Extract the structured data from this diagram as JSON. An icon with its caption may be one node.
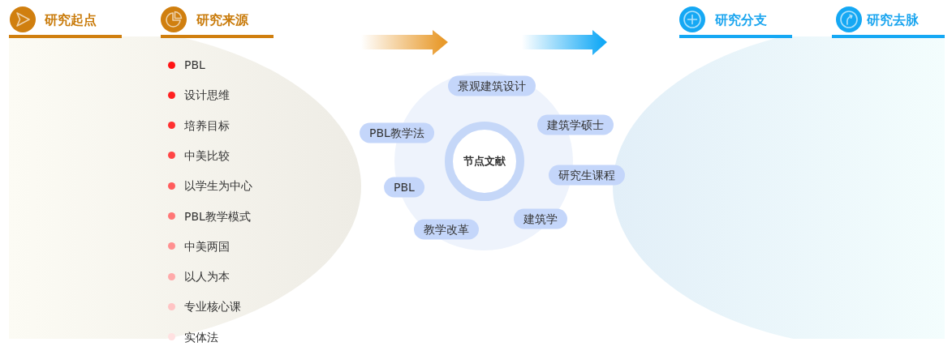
{
  "diagram": {
    "nodes": [
      {
        "text": [
          "节点文献"
        ]
      },
      {
        "text": [
          "景观建筑设计"
        ]
      },
      {
        "text": [
          "建筑学硕士"
        ]
      },
      {
        "text": [
          "PBL教学法"
        ]
      },
      {
        "text": [
          "研究生课程"
        ]
      },
      {
        "text": [
          "PBL"
        ]
      },
      {
        "text": [
          "建筑学"
        ]
      },
      {
        "text": [
          "教学改革"
        ]
      }
    ],
    "labels": [
      "研究起点",
      "研究来源",
      "研究分支",
      "研究去脉",
      "PBL",
      "设计思维",
      "培养目标",
      "中美比较",
      "以学生为中心",
      "PBL教学模式",
      "中美两国",
      "以人为本",
      "专业核心课",
      "实体法"
    ]
  }
}
